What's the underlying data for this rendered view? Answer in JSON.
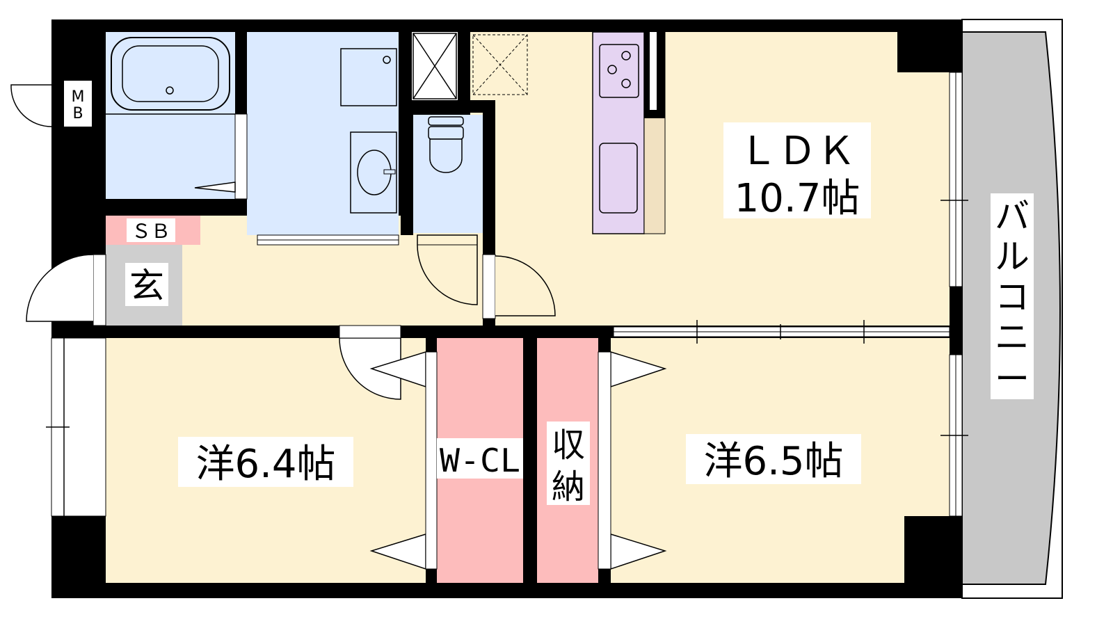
{
  "colors": {
    "wall": "#000000",
    "living_floor": "#fdf2d2",
    "wet_area": "#dbeaff",
    "storage": "#fdbcbc",
    "entrance": "#cfcfcf",
    "balcony": "#c8c8c8",
    "kitchen": "#e5d4f2",
    "counter": "#f1e1c1"
  },
  "rooms": {
    "ldk": {
      "name": "ＬＤＫ",
      "size": "10.7帖"
    },
    "western1": {
      "label": "洋6.4帖"
    },
    "western2": {
      "label": "洋6.5帖"
    },
    "walk_in_closet": {
      "label": "W-CL"
    },
    "storage": {
      "line1": "収",
      "line2": "納"
    },
    "entrance": {
      "label": "玄"
    },
    "shoe_box": {
      "label": "ＳＢ"
    },
    "meter_box": {
      "line1": "M",
      "line2": "B"
    },
    "balcony": {
      "c1": "バ",
      "c2": "ル",
      "c3": "コ",
      "c4": "ニ",
      "c5": "ー"
    }
  }
}
